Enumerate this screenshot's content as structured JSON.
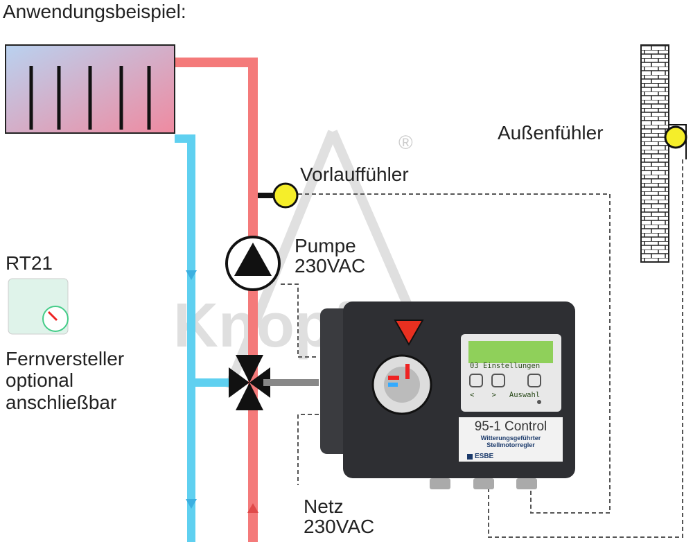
{
  "title": "Anwendungsbeispiel:",
  "labels": {
    "outdoor_sensor": "Außenfühler",
    "flow_sensor": "Vorlauffühler",
    "pump_line1": "Pumpe",
    "pump_line2": "230VAC",
    "mains_line1": "Netz",
    "mains_line2": "230VAC",
    "remote_model": "RT21",
    "remote_line1": "Fernversteller",
    "remote_line2": "optional",
    "remote_line3": "anschließbar",
    "registered": "®"
  },
  "controller": {
    "display_line1": "03 Einstellungen",
    "display_line2": "<    >   Auswahl",
    "model": "95-1 Control",
    "desc_line1": "Witterungsgeführter",
    "desc_line2": "Stellmotorregler",
    "brand": "ESBE"
  },
  "colors": {
    "supply": "#f47a7a",
    "return": "#5fd0f0",
    "sensor": "#f5ee2a",
    "housing": "#2e2f33",
    "display": "#8fd05a"
  }
}
